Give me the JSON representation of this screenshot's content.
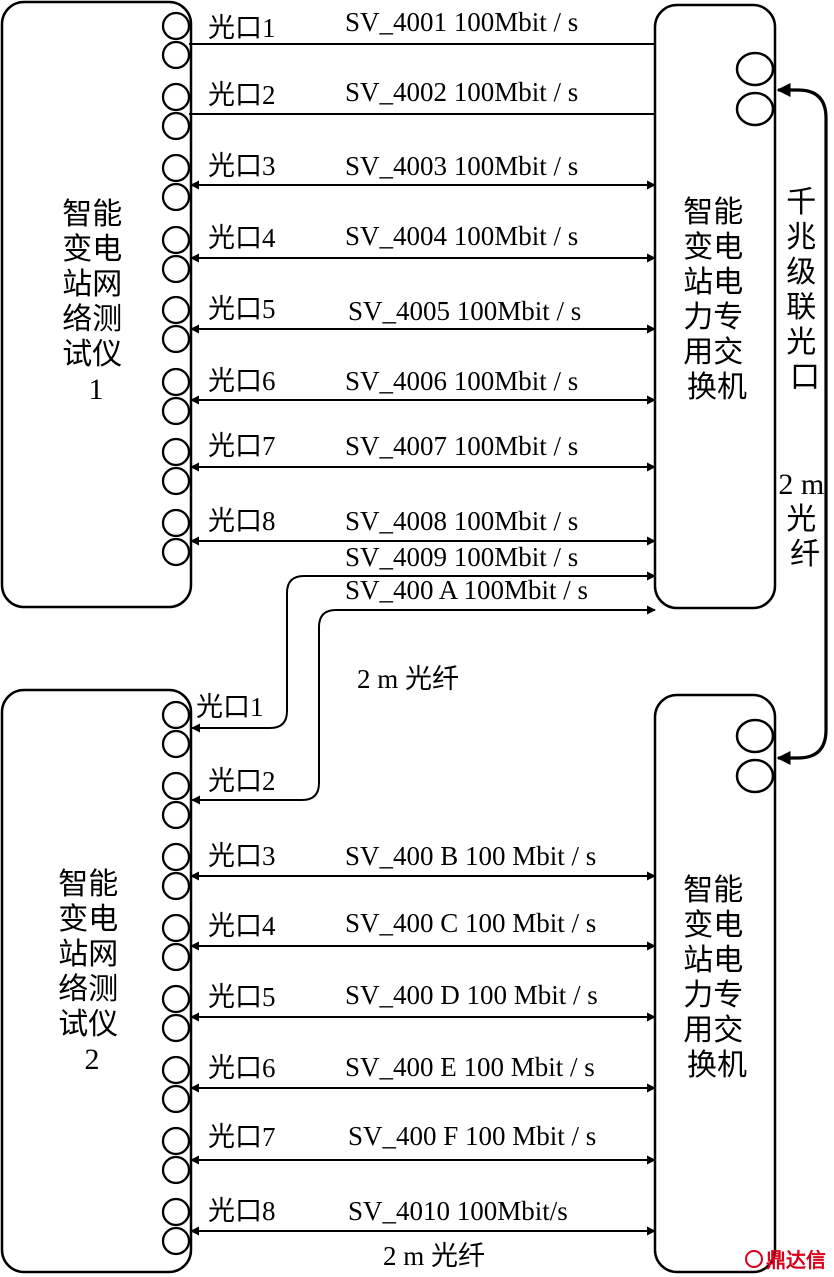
{
  "tester1": {
    "lines": [
      "智能",
      "变电",
      "站网",
      "络测",
      "试仪",
      "1"
    ]
  },
  "tester2": {
    "lines": [
      "智能",
      "变电",
      "站网",
      "络测",
      "试仪",
      "2"
    ]
  },
  "switch1": {
    "lines": [
      "智能",
      "变电",
      "站电",
      "力专",
      "用交",
      "换机"
    ]
  },
  "switch2": {
    "lines": [
      "智能",
      "变电",
      "站电",
      "力专",
      "用交",
      "换机"
    ]
  },
  "cascade": {
    "label_chars": [
      "千",
      "兆",
      "级",
      "联",
      "光",
      "口"
    ],
    "fiber_chars": [
      "2 m",
      "光",
      "纤"
    ]
  },
  "tester1_ports": [
    {
      "port": "光口1",
      "stream": "SV_4001 100Mbit / s"
    },
    {
      "port": "光口2",
      "stream": "SV_4002 100Mbit / s"
    },
    {
      "port": "光口3",
      "stream": "SV_4003 100Mbit / s"
    },
    {
      "port": "光口4",
      "stream": "SV_4004 100Mbit / s"
    },
    {
      "port": "光口5",
      "stream": "SV_4005 100Mbit / s"
    },
    {
      "port": "光口6",
      "stream": "SV_4006 100Mbit / s"
    },
    {
      "port": "光口7",
      "stream": "SV_4007 100Mbit / s"
    },
    {
      "port": "光口8",
      "stream": "SV_4008 100Mbit / s"
    }
  ],
  "cross_streams": [
    "SV_4009 100Mbit / s",
    "SV_400 A  100Mbit / s"
  ],
  "cross_fiber_label": "2 m 光纤",
  "tester2_ports": [
    {
      "port": "光口1",
      "stream": ""
    },
    {
      "port": "光口2",
      "stream": ""
    },
    {
      "port": "光口3",
      "stream": "SV_400 B 100 Mbit / s"
    },
    {
      "port": "光口4",
      "stream": "SV_400 C  100 Mbit / s"
    },
    {
      "port": "光口5",
      "stream": "SV_400 D  100 Mbit / s"
    },
    {
      "port": "光口6",
      "stream": "SV_400 E  100 Mbit / s"
    },
    {
      "port": "光口7",
      "stream": "SV_400 F  100 Mbit / s"
    },
    {
      "port": "光口8",
      "stream": "SV_4010 100Mbit/s"
    }
  ],
  "bottom_fiber_label": "2 m 光纤",
  "watermark": "鼎达信"
}
